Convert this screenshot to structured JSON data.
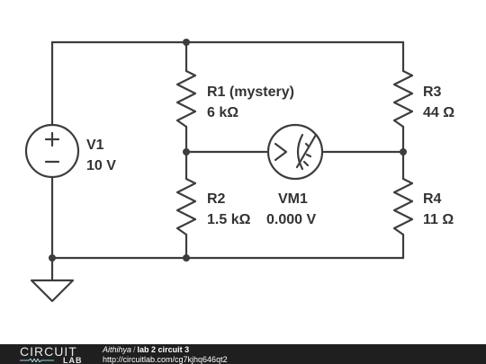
{
  "components": {
    "v1": {
      "name": "V1",
      "value": "10 V"
    },
    "r1": {
      "name": "R1 (mystery)",
      "value": "6 kΩ"
    },
    "r2": {
      "name": "R2",
      "value": "1.5 kΩ"
    },
    "r3": {
      "name": "R3",
      "value": "44 Ω"
    },
    "r4": {
      "name": "R4",
      "value": "11 Ω"
    },
    "vm1": {
      "name": "VM1",
      "value": "0.000 V"
    }
  },
  "footer": {
    "logo_top": "CIRCUIT",
    "logo_bottom": "LAB",
    "author": "Aithihya",
    "separator": "/",
    "title": "lab 2 circuit 3",
    "url": "http://circuitlab.com/cg7kjhq646qt2"
  },
  "colors": {
    "wire": "#3d3d3d",
    "footer_bg": "#1f1f1f",
    "logo_accent": "#9ad0e8"
  }
}
